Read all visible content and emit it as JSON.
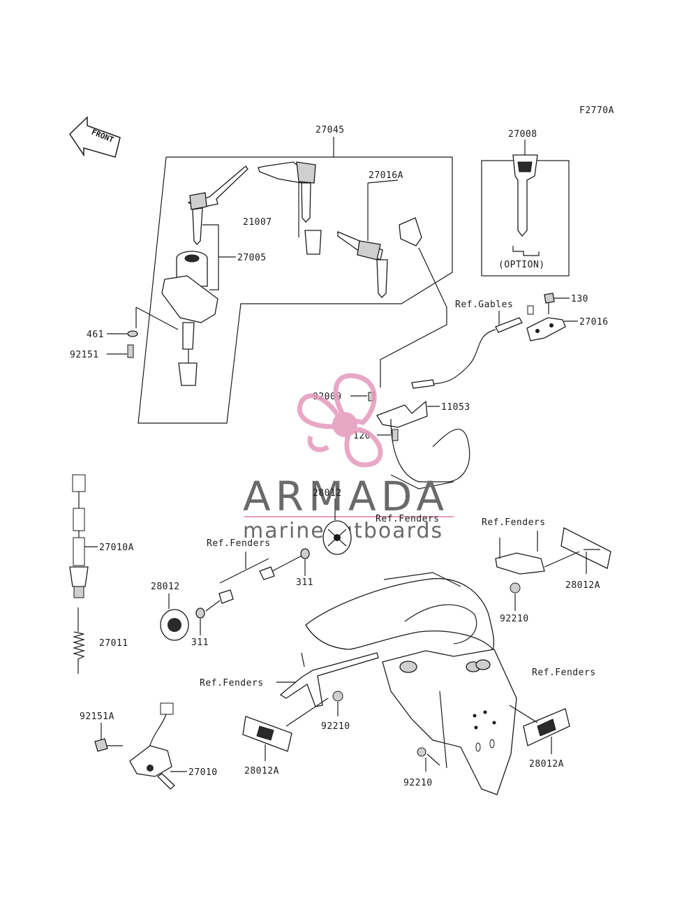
{
  "figure_code": "F2770A",
  "front_label": "FRONT",
  "option_label": "(OPTION)",
  "parts": {
    "p27045": "27045",
    "p27008": "27008",
    "p27016A": "27016A",
    "p21007": "21007",
    "p27005": "27005",
    "p461": "461",
    "p92151": "92151",
    "p130": "130",
    "p27016": "27016",
    "ref_gables": "Ref.Gables",
    "p92009": "92009",
    "p11053": "11053",
    "p120": "120",
    "p28012_top": "28012",
    "ref_fenders_center": "Ref.Fenders",
    "ref_fenders_right": "Ref.Fenders",
    "p27010A": "27010A",
    "ref_fenders_left": "Ref.Fenders",
    "p311_a": "311",
    "p28012_left": "28012",
    "p311_b": "311",
    "p28012A_top": "28012A",
    "p92210_a": "92210",
    "p27011": "27011",
    "ref_fenders_lower": "Ref.Fenders",
    "ref_fenders_far_right": "Ref.Fenders",
    "p92151A": "92151A",
    "p92210_b": "92210",
    "p28012A_left": "28012A",
    "p27010": "27010",
    "p28012A_right": "28012A",
    "p92210_c": "92210"
  },
  "watermark": {
    "brand": "ARMADA",
    "tagline": "marineoutboards",
    "color_pink": "#e59abb",
    "color_gray": "#6a6a6a"
  }
}
